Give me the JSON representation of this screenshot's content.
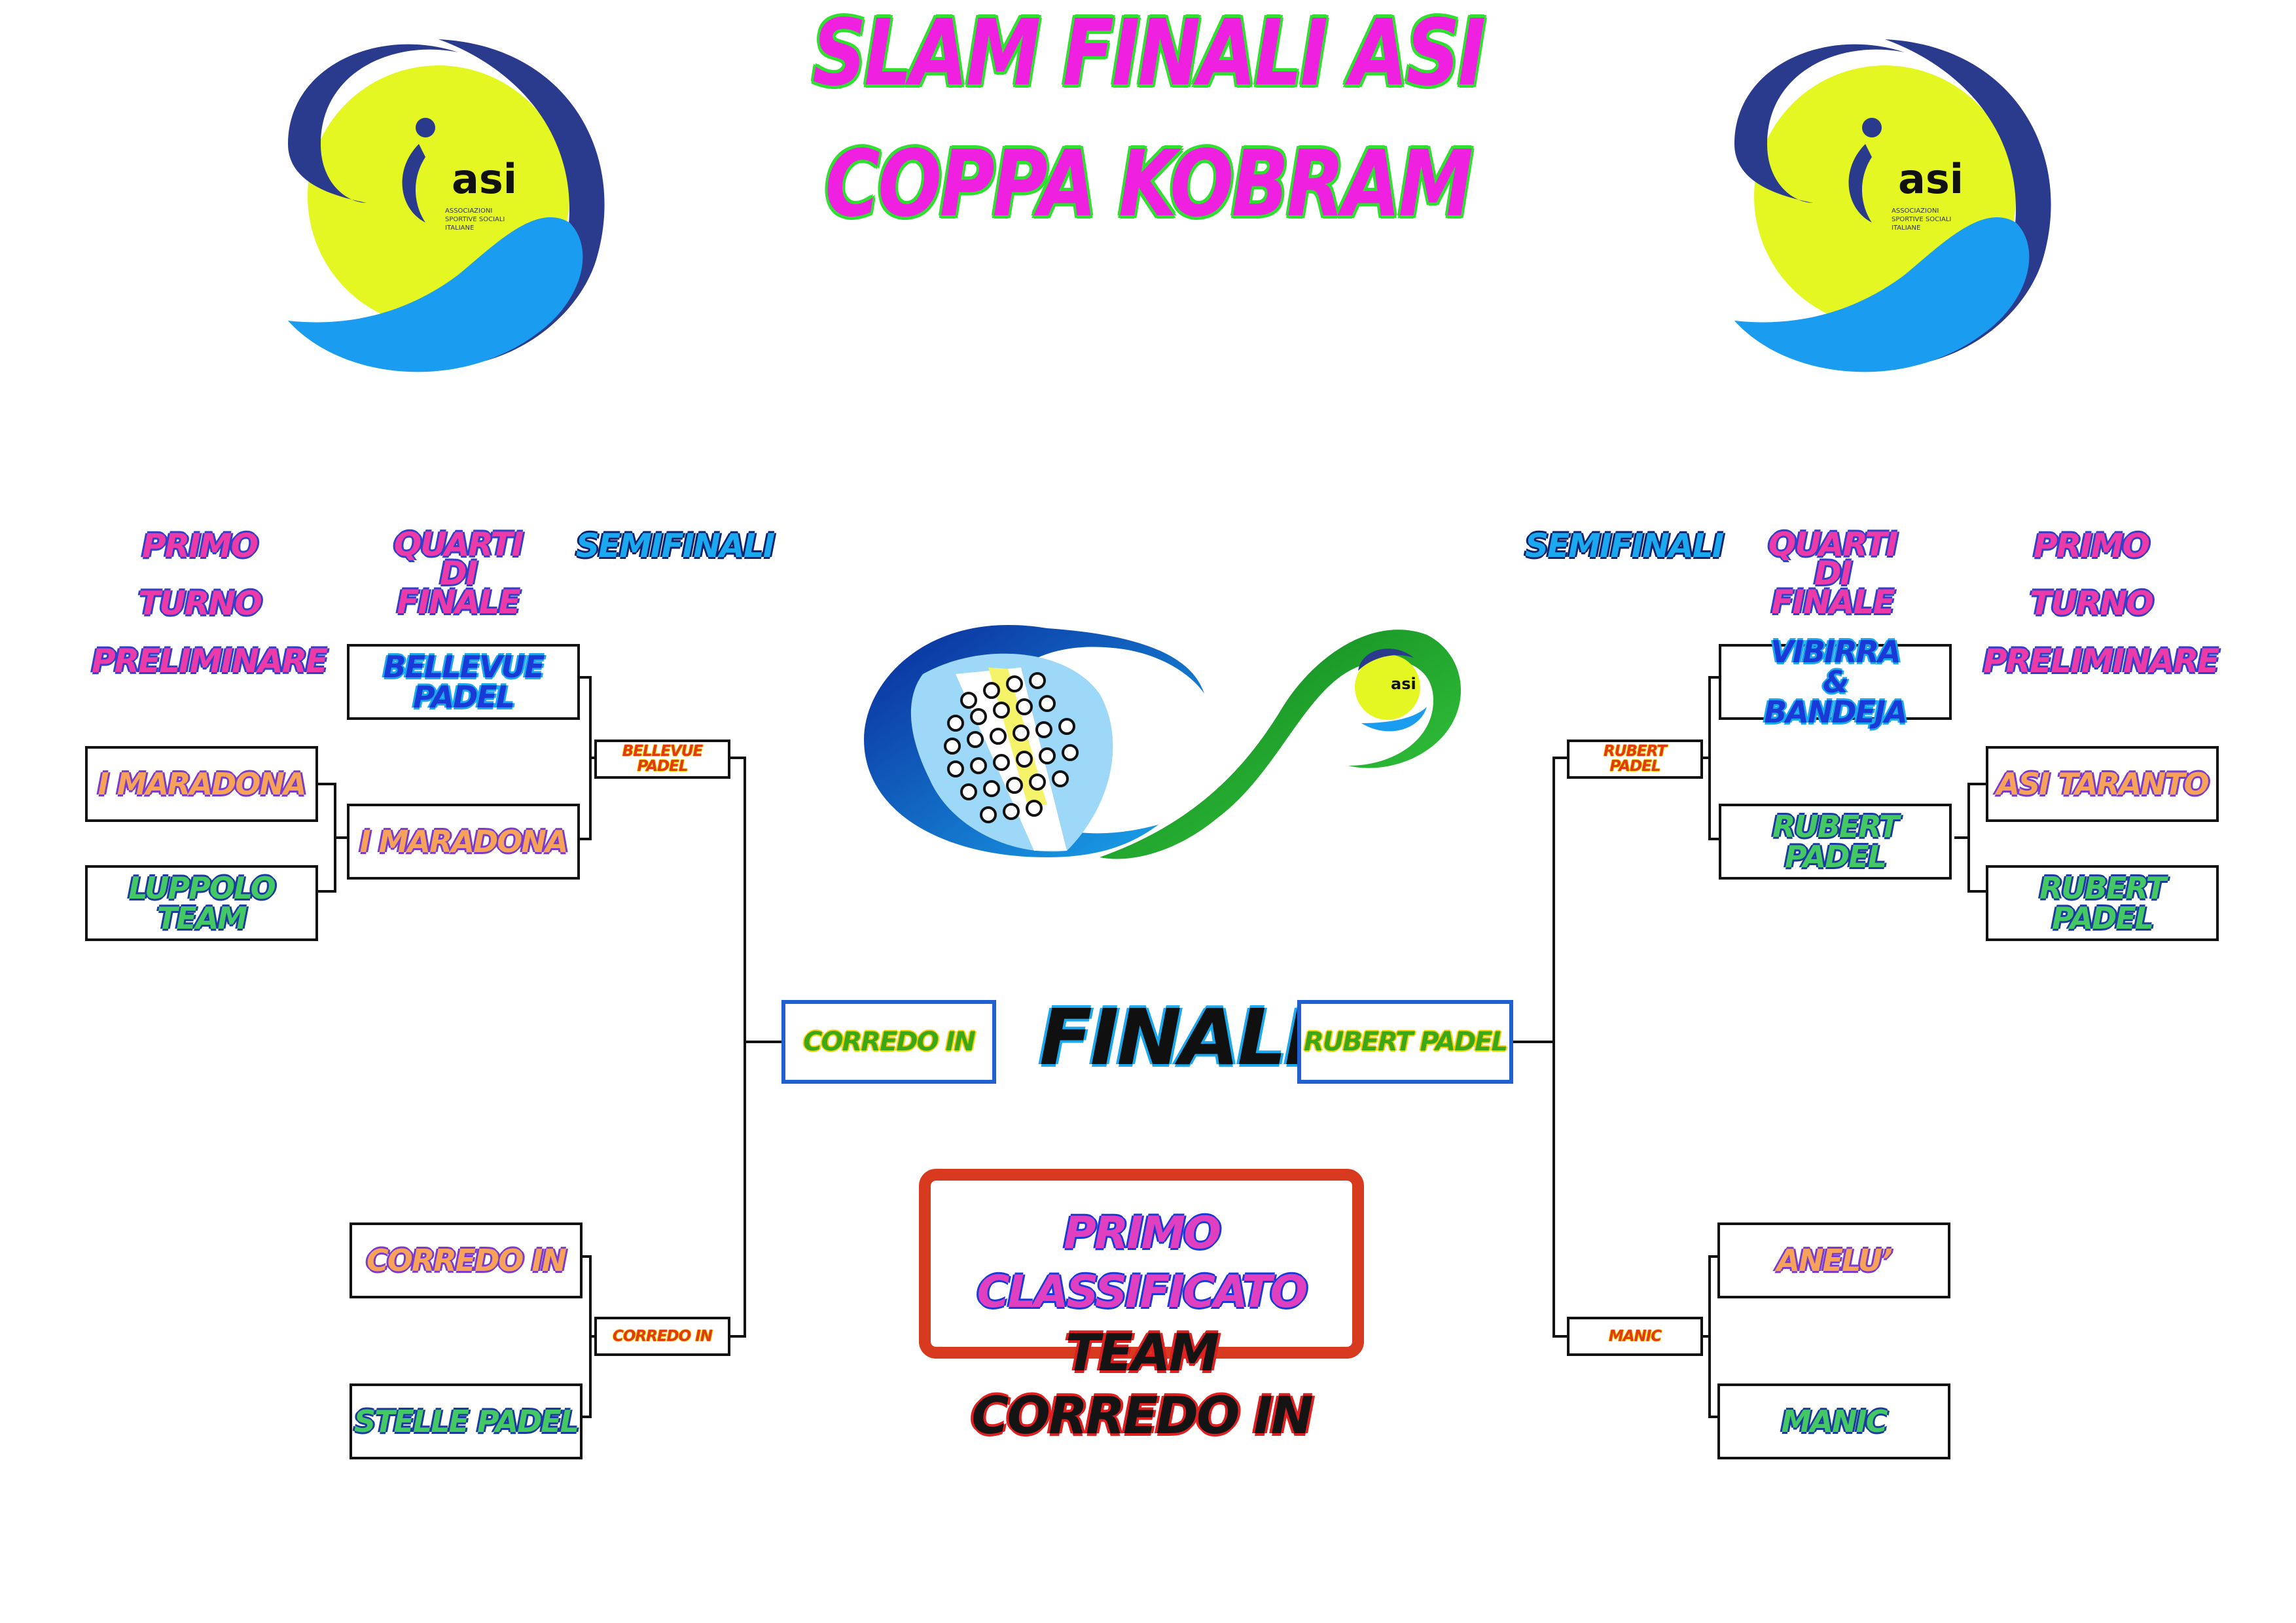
{
  "title": {
    "line1": "SLAM FINALI ASI",
    "line2": "COPPA KOBRAM"
  },
  "logo": {
    "text": "asi",
    "caption": "ASSOCIAZIONI SPORTIVE SOCIALI ITALIANE"
  },
  "rounds": {
    "primo_turno": "PRIMO TURNO",
    "preliminare": "PRELIMINARE",
    "quarti": [
      "QUARTI",
      "DI",
      "FINALE"
    ],
    "semifinali": "SEMIFINALI"
  },
  "left": {
    "preliminary": [
      "I MARADONA",
      "LUPPOLO TEAM"
    ],
    "quarters": [
      "BELLEVUE PADEL",
      "I MARADONA",
      "CORREDO IN",
      "STELLE PADEL"
    ],
    "semis": [
      "BELLEVUE PADEL",
      "CORREDO IN"
    ],
    "finalist": "CORREDO IN"
  },
  "right": {
    "preliminary": [
      "ASI TARANTO",
      "RUBERT PADEL"
    ],
    "quarters": [
      "VIBIRRA & BANDEJA",
      "RUBERT PADEL",
      "ANELU’",
      "MANIC"
    ],
    "semis": [
      "RUBERT PADEL",
      "MANIC"
    ],
    "finalist": "RUBERT PADEL"
  },
  "finale_label": "FINALE",
  "winner": {
    "line1": "PRIMO CLASSIFICATO",
    "line2": "TEAM CORREDO IN"
  },
  "colors": {
    "title_fill": "#f020e0",
    "title_outline": "#30e030",
    "winner_border": "#d83a20",
    "final_border": "#2060d0"
  }
}
